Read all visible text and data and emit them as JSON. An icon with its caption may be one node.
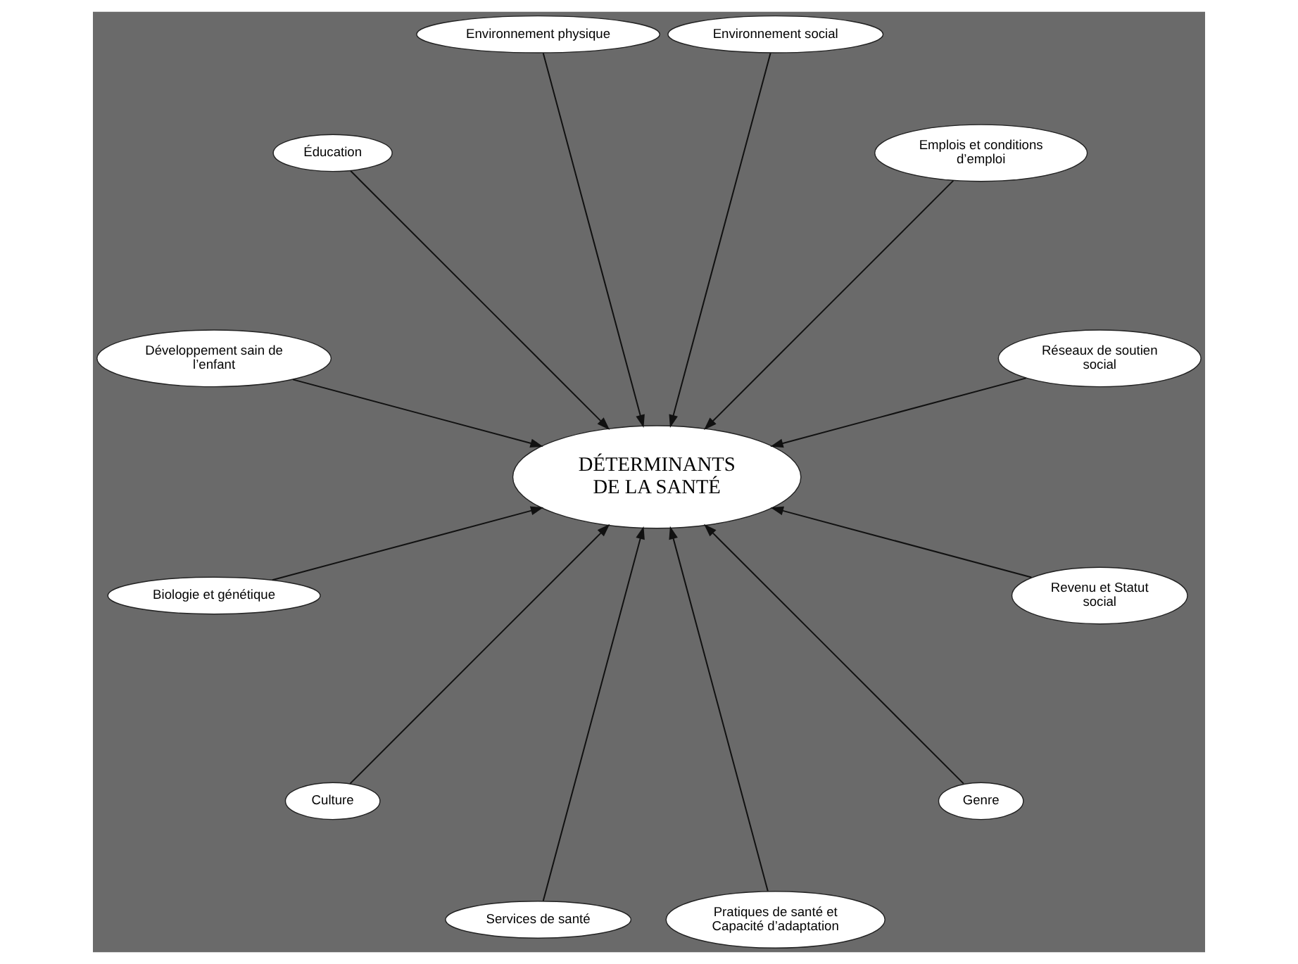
{
  "diagram": {
    "nodes": [
      {
        "text": [
          "DÉTERMINANTS DE LA SANTÉ"
        ]
      },
      {
        "text": [
          "Réseaux de soutien social"
        ]
      },
      {
        "text": [
          "Revenu et Statut social"
        ]
      },
      {
        "text": [
          "Emplois et conditions d’emploi"
        ]
      },
      {
        "text": [
          "Environnement social"
        ]
      },
      {
        "text": [
          "Genre"
        ]
      },
      {
        "text": [
          "Pratiques de santé et Capacité d’adaptation"
        ]
      },
      {
        "text": [
          "Environnement physique"
        ]
      },
      {
        "text": [
          "Services de santé"
        ]
      },
      {
        "text": [
          "Éducation"
        ]
      },
      {
        "text": [
          "Culture"
        ]
      },
      {
        "text": [
          "Développement sain de l’enfant"
        ]
      },
      {
        "text": [
          "Biologie et génétique"
        ]
      }
    ],
    "edges": [
      {
        "from": 1,
        "to": 0,
        "arrow": "to"
      },
      {
        "from": 2,
        "to": 0,
        "arrow": "to"
      },
      {
        "from": 3,
        "to": 0,
        "arrow": "to"
      },
      {
        "from": 4,
        "to": 0,
        "arrow": "to"
      },
      {
        "from": 5,
        "to": 0,
        "arrow": "to"
      },
      {
        "from": 6,
        "to": 0,
        "arrow": "to"
      },
      {
        "from": 7,
        "to": 0,
        "arrow": "to"
      },
      {
        "from": 8,
        "to": 0,
        "arrow": "to"
      },
      {
        "from": 9,
        "to": 0,
        "arrow": "to"
      },
      {
        "from": 10,
        "to": 0,
        "arrow": "to"
      },
      {
        "from": 11,
        "to": 0,
        "arrow": "to"
      },
      {
        "from": 12,
        "to": 0,
        "arrow": "to"
      }
    ]
  }
}
